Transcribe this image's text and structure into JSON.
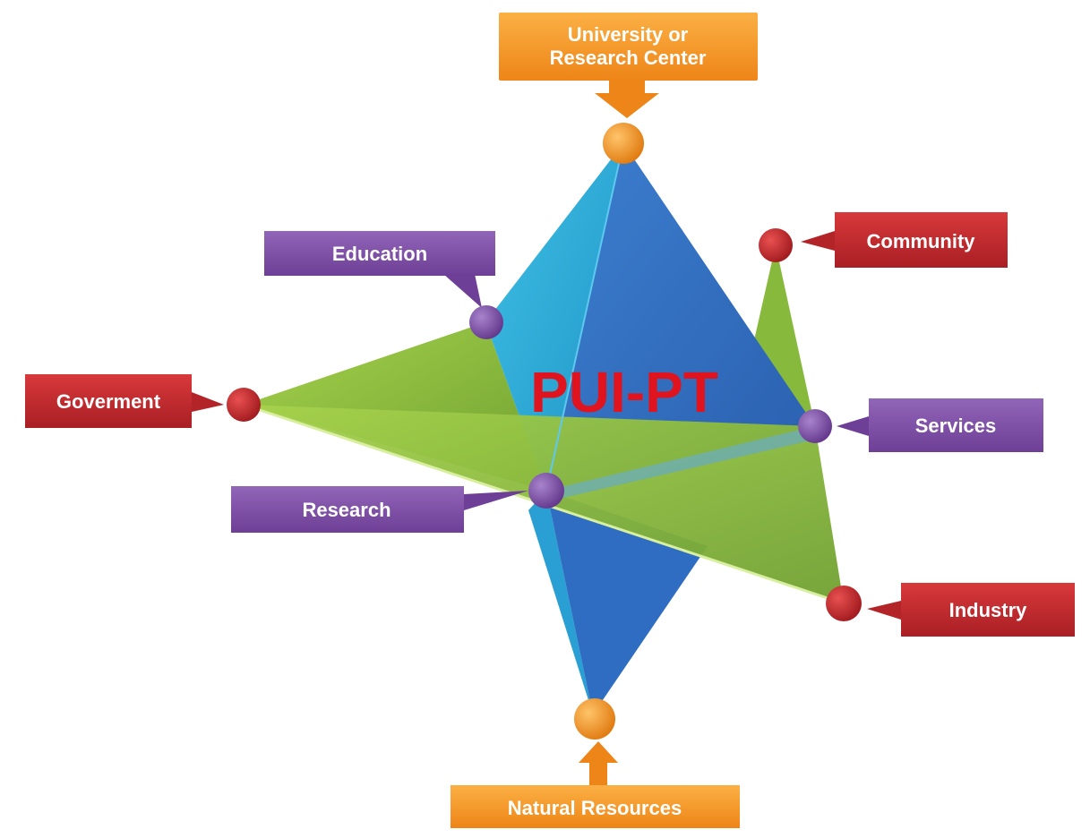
{
  "diagram": {
    "center_title": "PUI-PT",
    "top_label_line1": "University or",
    "top_label_line2": "Research Center",
    "bottom_label": "Natural Resources",
    "education": "Education",
    "community": "Community",
    "government": "Goverment",
    "services": "Services",
    "research": "Research",
    "industry": "Industry"
  },
  "colors": {
    "orange": "#F5921E",
    "red": "#C0282D",
    "purple": "#7E4FA6",
    "blue_dark": "#2E6FC4",
    "blue_light": "#2BA9D8",
    "green": "#8DBE3F",
    "title_red": "#E0141E"
  }
}
